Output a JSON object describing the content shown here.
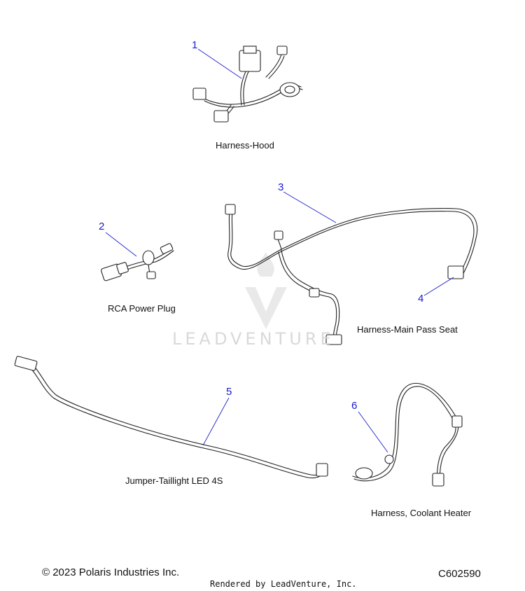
{
  "callouts": [
    {
      "number": "1",
      "label": "Harness-Hood"
    },
    {
      "number": "2",
      "label": "RCA Power Plug"
    },
    {
      "number": "3",
      "label": "Harness-Main Pass Seat"
    },
    {
      "number": "4",
      "label": ""
    },
    {
      "number": "5",
      "label": "Jumper-Taillight LED 4S"
    },
    {
      "number": "6",
      "label": "Harness, Coolant Heater"
    }
  ],
  "watermark": {
    "text": "LEADVENTURE"
  },
  "footer": {
    "copyright": "© 2023 Polaris Industries Inc.",
    "diagram_id": "C602590",
    "rendered_by": "Rendered by LeadVenture, Inc."
  },
  "colors": {
    "callout_blue": "#1a1acc",
    "line": "#222222",
    "watermark": "#d9d9d9"
  }
}
